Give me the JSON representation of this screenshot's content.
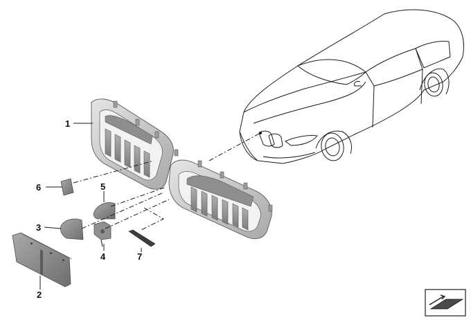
{
  "callouts": [
    {
      "id": "1",
      "label": "1"
    },
    {
      "id": "2",
      "label": "2"
    },
    {
      "id": "3",
      "label": "3"
    },
    {
      "id": "4",
      "label": "4"
    },
    {
      "id": "5",
      "label": "5"
    },
    {
      "id": "6",
      "label": "6"
    },
    {
      "id": "7",
      "label": "7"
    }
  ],
  "colors": {
    "outline": "#1a1a1a",
    "grille_frame": "#cfcfcf",
    "grille_dark": "#9a9a9a",
    "part_gray": "#8c8c8c",
    "background": "#ffffff"
  },
  "icons": {
    "car": "car-outline-icon",
    "corner": "view-orientation-icon"
  }
}
